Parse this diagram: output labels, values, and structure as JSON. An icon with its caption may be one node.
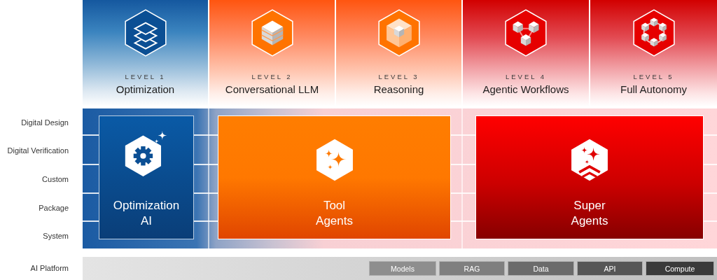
{
  "diagram": {
    "nodes": [
      {
        "text": [
          "LEVEL 1",
          "Optimization"
        ]
      },
      {
        "text": [
          "LEVEL 2",
          "Conversational LLM"
        ]
      },
      {
        "text": [
          "LEVEL 3",
          "Reasoning"
        ]
      },
      {
        "text": [
          "LEVEL 4",
          "Agentic Workflows"
        ]
      },
      {
        "text": [
          "LEVEL 5",
          "Full Autonomy"
        ]
      },
      {
        "text": [
          "Optimization AI"
        ]
      },
      {
        "text": [
          "Tool Agents"
        ]
      },
      {
        "text": [
          "Super Agents"
        ]
      },
      {
        "text": [],
        "shape": "bar"
      },
      {
        "text": [
          "Models"
        ],
        "in": 8
      },
      {
        "text": [
          "RAG"
        ],
        "in": 8
      },
      {
        "text": [
          "Data"
        ],
        "in": 8
      },
      {
        "text": [
          "API"
        ],
        "in": 8
      },
      {
        "text": [
          "Compute"
        ],
        "in": 8
      }
    ],
    "edges": [],
    "labels": [
      "Digital Design",
      "Digital Verification",
      "Custom",
      "Package",
      "System",
      "AI Platform"
    ]
  }
}
